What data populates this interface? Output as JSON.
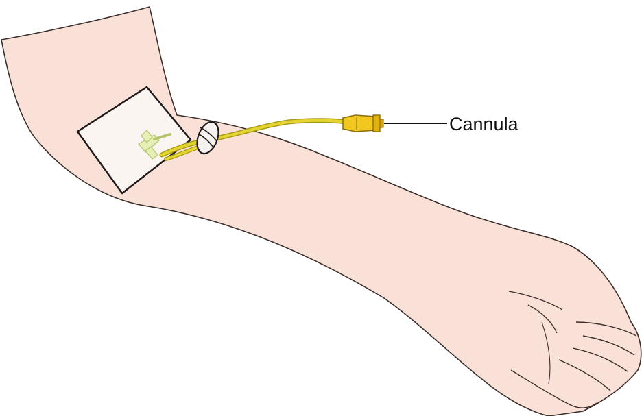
{
  "diagram": {
    "labels": {
      "cannula": "Cannula"
    },
    "colors": {
      "skin": "#f9e1d8",
      "skin_outline": "#3a2e2a",
      "dressing": "#fbf5f2",
      "tube": "#e4d431",
      "tube_dark": "#a89a10",
      "connector": "#f0c81e",
      "cannula_hub": "#e6efb6"
    },
    "icons": [
      "arm-illustration",
      "dressing-patch",
      "cannula-hub",
      "tube-clip",
      "iv-tubing",
      "luer-connector"
    ]
  }
}
